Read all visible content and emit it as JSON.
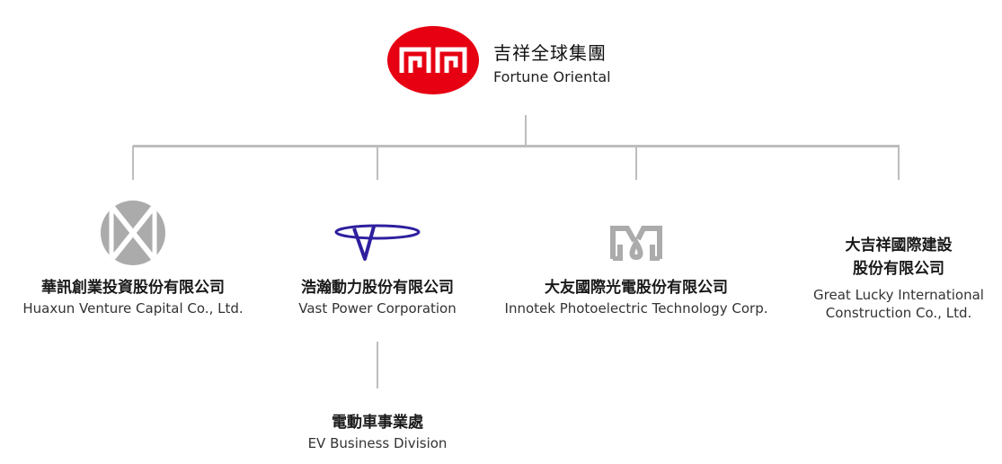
{
  "root": {
    "name_zh": "吉祥全球集團",
    "name_en": "Fortune Oriental",
    "logo_color": "#e60012"
  },
  "companies": [
    {
      "name_zh": "華訊創業投資股份有限公司",
      "name_en": "Huaxun Venture Capital Co., Ltd."
    },
    {
      "name_zh": "浩瀚動力股份有限公司",
      "name_en": "Vast Power Corporation"
    },
    {
      "name_zh": "大友國際光電股份有限公司",
      "name_en": "Innotek  Photoelectric Technology Corp."
    },
    {
      "name_zh_1": "大吉祥國際建設",
      "name_zh_2": "股份有限公司",
      "name_en_1": "Great Lucky International",
      "name_en_2": "Construction Co., Ltd."
    }
  ],
  "division": {
    "name_zh": "電動車事業處",
    "name_en": "EV Business Division"
  },
  "colors": {
    "line": "#bdbdbd",
    "gray_logo": "#ababab",
    "vast_blue": "#2e1f9e"
  }
}
